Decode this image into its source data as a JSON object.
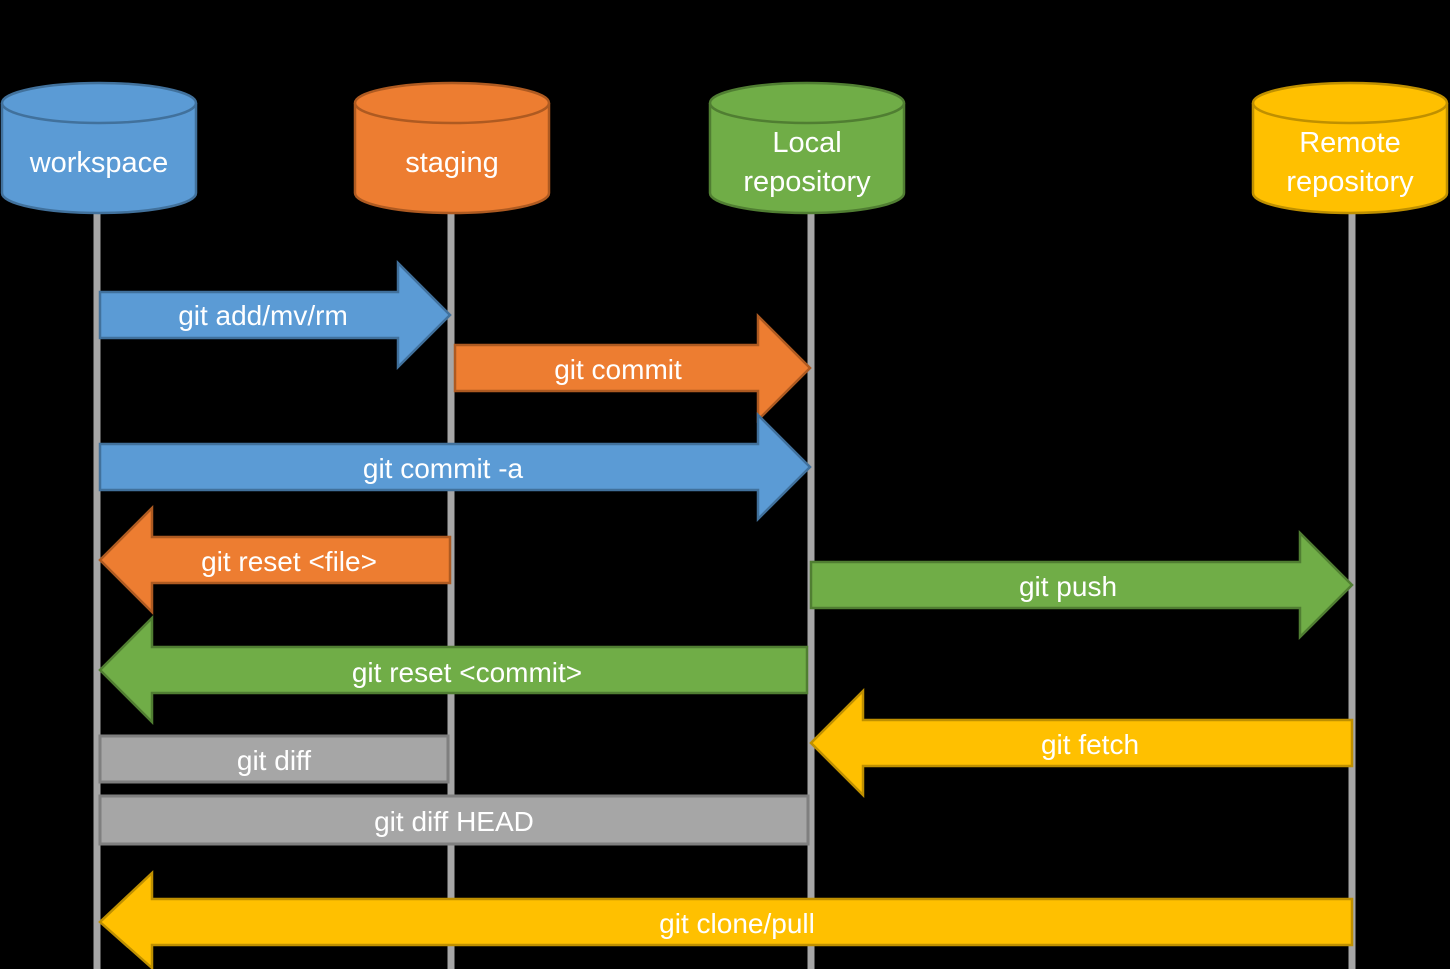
{
  "colors": {
    "background": "#000000",
    "lifeline": "#A6A6A6",
    "label_text": "#FFFFFF",
    "blue": "#5B9BD5",
    "blue_border": "#41719C",
    "orange": "#ED7D31",
    "orange_border": "#AE5A21",
    "green": "#70AD47",
    "green_border": "#507E32",
    "yellow": "#FFC000",
    "yellow_border": "#BF9000",
    "gray": "#A6A6A6",
    "gray_border": "#7F7F7F"
  },
  "nodes": [
    {
      "id": "workspace",
      "lines": [
        "workspace"
      ],
      "fill": "#5B9BD5",
      "stroke": "#41719C"
    },
    {
      "id": "staging",
      "lines": [
        "staging"
      ],
      "fill": "#ED7D31",
      "stroke": "#AE5A21"
    },
    {
      "id": "local",
      "lines": [
        "Local",
        "repository"
      ],
      "fill": "#70AD47",
      "stroke": "#507E32"
    },
    {
      "id": "remote",
      "lines": [
        "Remote",
        "repository"
      ],
      "fill": "#FFC000",
      "stroke": "#BF9000"
    }
  ],
  "arrows": [
    {
      "label": "git add/mv/rm",
      "from": "workspace",
      "to": "staging",
      "direction": "right",
      "shape": "arrow",
      "fill": "#5B9BD5",
      "stroke": "#41719C"
    },
    {
      "label": "git commit",
      "from": "staging",
      "to": "local",
      "direction": "right",
      "shape": "arrow",
      "fill": "#ED7D31",
      "stroke": "#AE5A21"
    },
    {
      "label": "git commit -a",
      "from": "workspace",
      "to": "local",
      "direction": "right",
      "shape": "arrow",
      "fill": "#5B9BD5",
      "stroke": "#41719C"
    },
    {
      "label": "git reset <file>",
      "from": "staging",
      "to": "workspace",
      "direction": "left",
      "shape": "arrow",
      "fill": "#ED7D31",
      "stroke": "#AE5A21"
    },
    {
      "label": "git push",
      "from": "local",
      "to": "remote",
      "direction": "right",
      "shape": "arrow",
      "fill": "#70AD47",
      "stroke": "#507E32"
    },
    {
      "label": "git reset <commit>",
      "from": "local",
      "to": "workspace",
      "direction": "left",
      "shape": "arrow",
      "fill": "#70AD47",
      "stroke": "#507E32"
    },
    {
      "label": "git fetch",
      "from": "remote",
      "to": "local",
      "direction": "left",
      "shape": "arrow",
      "fill": "#FFC000",
      "stroke": "#BF9000"
    },
    {
      "label": "git diff",
      "from": "workspace",
      "to": "staging",
      "direction": "none",
      "shape": "bar",
      "fill": "#A6A6A6",
      "stroke": "#7F7F7F"
    },
    {
      "label": "git diff HEAD",
      "from": "workspace",
      "to": "local",
      "direction": "none",
      "shape": "bar",
      "fill": "#A6A6A6",
      "stroke": "#7F7F7F"
    },
    {
      "label": "git clone/pull",
      "from": "remote",
      "to": "workspace",
      "direction": "left",
      "shape": "arrow",
      "fill": "#FFC000",
      "stroke": "#BF9000"
    }
  ]
}
